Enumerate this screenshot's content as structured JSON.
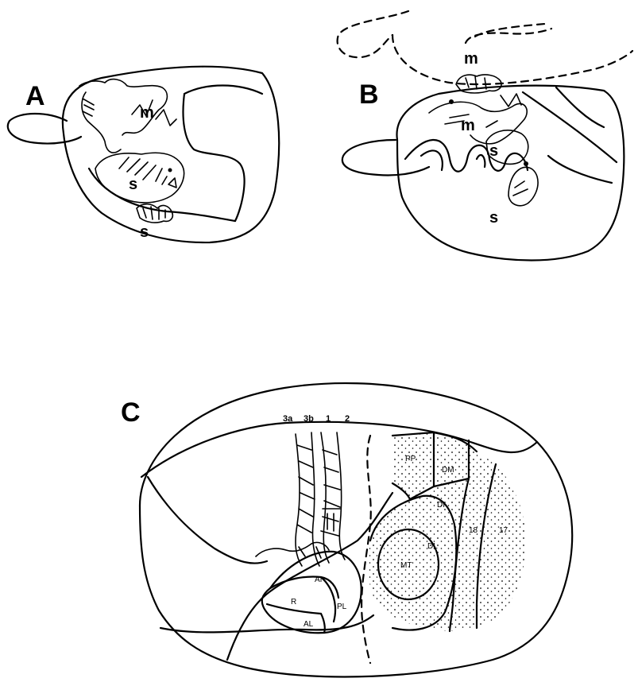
{
  "panels": {
    "a": {
      "letter": "A",
      "labels": {
        "m": "m",
        "s_main": "s",
        "s_lower": "s"
      }
    },
    "b": {
      "letter": "B",
      "labels": {
        "m_top": "m",
        "m_mid": "m",
        "s_upper": "s",
        "s_lower": "s"
      }
    },
    "c": {
      "letter": "C",
      "strip_labels": [
        "3a",
        "3b",
        "1",
        "2"
      ],
      "areas": {
        "pp": "PP",
        "dm": "DM",
        "di": "DI",
        "dl": "DL",
        "mt": "MT",
        "a18": "18",
        "a17": "17",
        "ai": "AI",
        "r": "R",
        "al": "AL",
        "pl": "PL"
      }
    }
  }
}
